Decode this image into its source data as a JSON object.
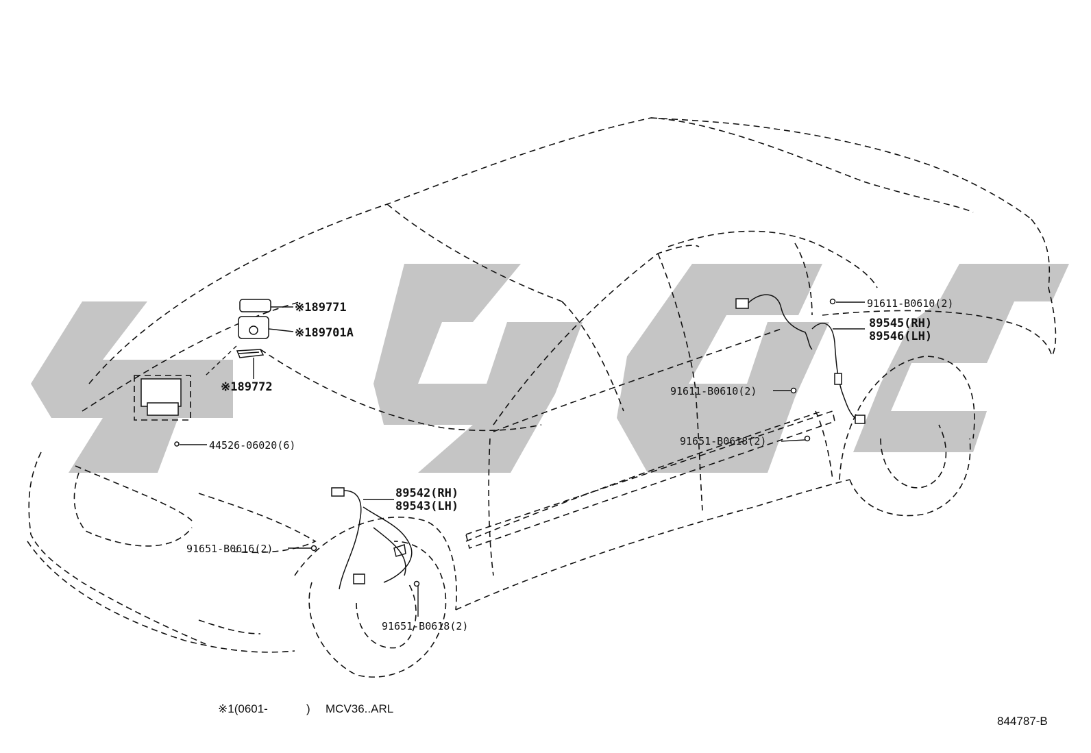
{
  "callouts": {
    "part_189771": "※189771",
    "part_189701a": "※189701A",
    "part_189772": "※189772",
    "bolt_44526": "44526-06020(6)",
    "front_sensor_rh": "89542(RH)",
    "front_sensor_lh": "89543(LH)",
    "bolt_front_upper": "91651-B0616(2)",
    "bolt_front_lower": "91651-B0618(2)",
    "rear_sensor_rh": "89545(RH)",
    "rear_sensor_lh": "89546(LH)",
    "bolt_rear_top": "91611-B0610(2)",
    "bolt_rear_mid": "91611-B0610(2)",
    "bolt_rear_low": "91651-B0618(2)"
  },
  "footnote": {
    "applicability_mark": "※1(0601-",
    "applicability_paren": ")",
    "applicability_models": "MCV36..ARL"
  },
  "diagram_id": "844787-B",
  "colors": {
    "line": "#111111",
    "watermark": "#b5b5b5",
    "background": "#ffffff"
  }
}
